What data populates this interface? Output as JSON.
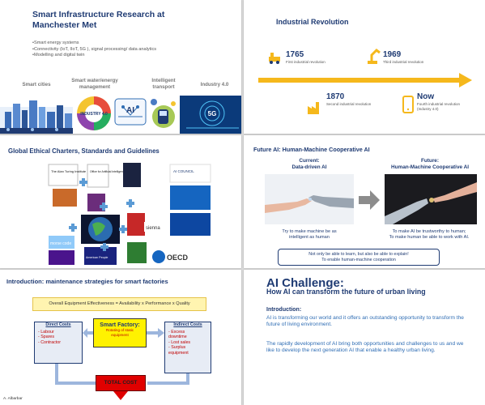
{
  "slide1": {
    "title": "Smart Infrastructure Research at Manchester Met",
    "bullets": [
      "•Smart energy systems",
      "•Connectivity (IoT, IIoT, 5G ), signal processing/ data analytics",
      "•Modelling and digital twin"
    ],
    "labels": [
      "Smart cities",
      "Smart water/energy management",
      "Intelligent transport",
      "Industry 4.0"
    ],
    "badge_text": "INDUSTRY 4.0",
    "ai_text": "AI",
    "net_text": "5G"
  },
  "slide2": {
    "title": "Industrial Revolution",
    "milestones": [
      {
        "year": "1765",
        "desc": "First industrial revolution"
      },
      {
        "year": "1870",
        "desc": "Second industrial revolution"
      },
      {
        "year": "1969",
        "desc": "Third industrial revolution"
      },
      {
        "year": "Now",
        "desc": "Fourth industrial revolution (Industry 4.0)"
      }
    ],
    "accent": "#f5b81c"
  },
  "slide3": {
    "title": "Global Ethical Charters, Standards and Guidelines",
    "logos": {
      "turing": "The Alan Turing Institute",
      "office": "Office for Artificial Intelligence",
      "ai_council": "AI COUNCIL",
      "sienna": "sienna",
      "oecd": "OECD",
      "morse": "morse code",
      "american": "American People"
    }
  },
  "slide4": {
    "title": "Future AI: Human-Machine Cooperative AI",
    "current_label": "Current:",
    "current_name": "Data-driven AI",
    "future_label": "Future:",
    "future_name": "Human-Machine Cooperative AI",
    "current_caption_1": "Try to make machine be as",
    "current_caption_2": "intelligent as human",
    "future_caption_1": "To make AI be trustworthy to human;",
    "future_caption_2": "To make human be able to work with AI.",
    "note_1": "Not only be able to learn, but also be able to explain!",
    "note_2": "To enable human-machine cooperation"
  },
  "slide5": {
    "title": "Introduction: maintenance strategies for smart factories",
    "oee": "Overall Equipment Effectiveness = Availability x Performance x Quality",
    "direct_heading": "Direct Costs",
    "direct_items": [
      "-    Labour",
      "-    Spares",
      "-    Contractor"
    ],
    "indirect_heading": "Indirect Costs",
    "indirect_items": [
      "-    Excess",
      "     downtime",
      "-    Lost sales",
      "-    Surplus",
      "     equipment"
    ],
    "factory_title": "Smart Factory:",
    "factory_sub_1": "Rotating of static",
    "factory_sub_2": "equipment",
    "total": "TOTAL COST",
    "author": "A. Albarbar"
  },
  "slide6": {
    "title": "AI Challenge:",
    "subtitle": "How AI can transform the future of urban living",
    "heading": "Introduction:",
    "para1": "AI is transforming our world and it offers an outstanding opportunity to transform the future of living environment.",
    "para2": "The rapidly development of AI bring both opportunities and challenges to us and we like to develop the next generation AI that enable a healthy urban living."
  }
}
